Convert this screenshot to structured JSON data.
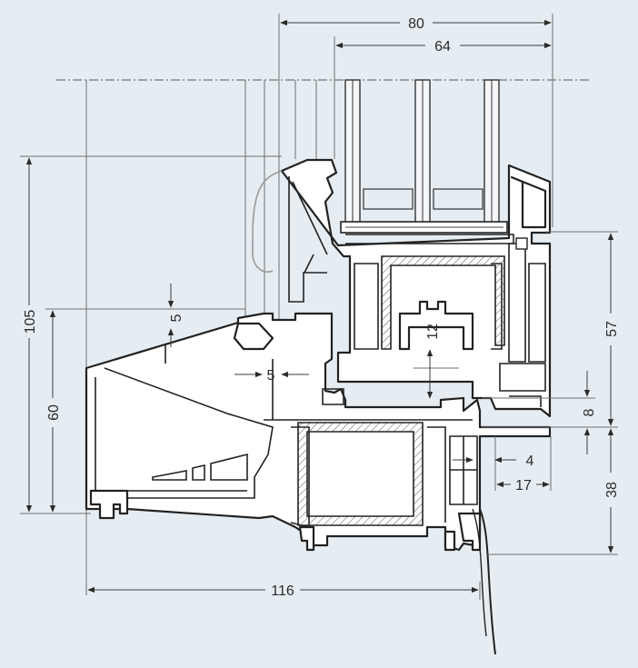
{
  "drawing": {
    "title": "",
    "background_color": "#e6edf2",
    "line_color": "#222222"
  },
  "dimensions": {
    "overall_depth": "80",
    "glazing_depth": "64",
    "height_total": "105",
    "height_sill": "60",
    "step_top": "5",
    "step_left": "5",
    "rebate_12": "12",
    "right_upper": "57",
    "right_gap": "8",
    "right_lower": "38",
    "small_4": "4",
    "small_17": "17",
    "overall_width": "116"
  }
}
